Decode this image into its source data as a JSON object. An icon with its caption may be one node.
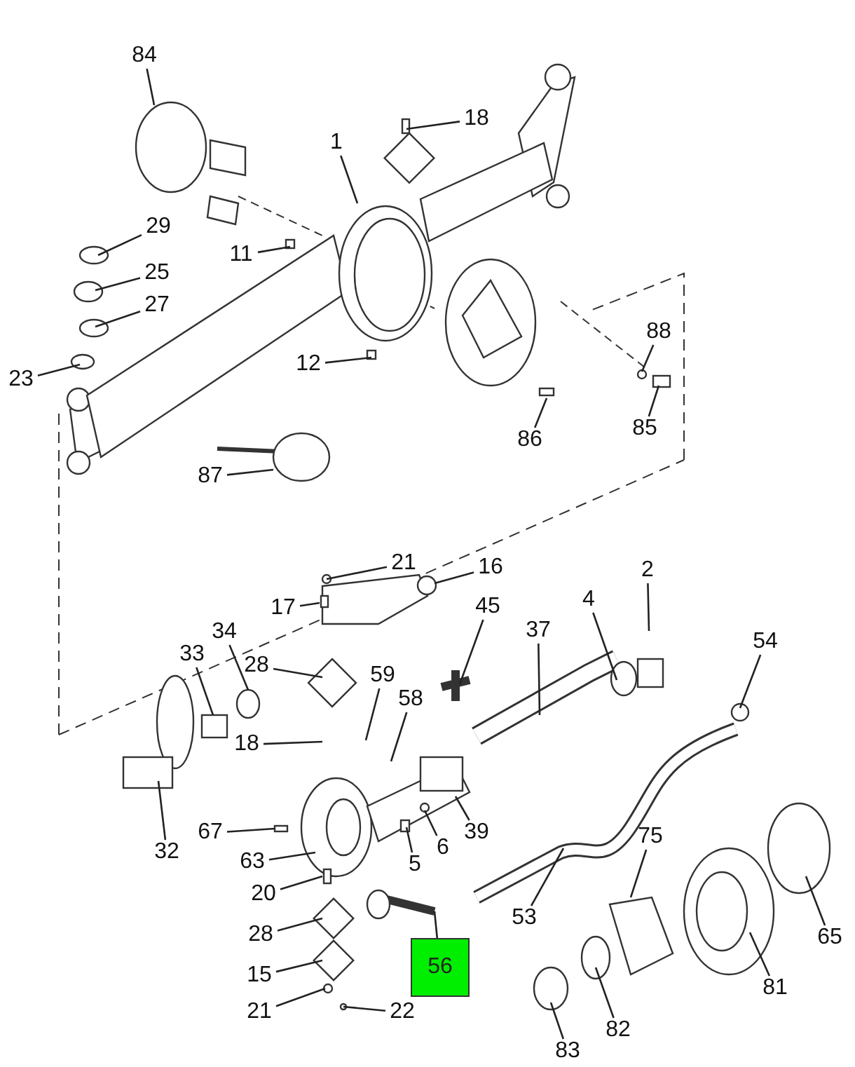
{
  "diagram": {
    "nodes": [
      {
        "text": [
          "84"
        ]
      },
      {
        "text": [
          "18"
        ]
      },
      {
        "text": [
          "1"
        ]
      },
      {
        "text": [
          "29"
        ]
      },
      {
        "text": [
          "11"
        ]
      },
      {
        "text": [
          "25"
        ]
      },
      {
        "text": [
          "27"
        ]
      },
      {
        "text": [
          "23"
        ]
      },
      {
        "text": [
          "12"
        ]
      },
      {
        "text": [
          "88"
        ]
      },
      {
        "text": [
          "86"
        ]
      },
      {
        "text": [
          "85"
        ]
      },
      {
        "text": [
          "87"
        ]
      },
      {
        "text": [
          "21"
        ]
      },
      {
        "text": [
          "16"
        ]
      },
      {
        "text": [
          "17"
        ]
      },
      {
        "text": [
          "45"
        ]
      },
      {
        "text": [
          "2"
        ]
      },
      {
        "text": [
          "4"
        ]
      },
      {
        "text": [
          "37"
        ]
      },
      {
        "text": [
          "34"
        ]
      },
      {
        "text": [
          "33"
        ]
      },
      {
        "text": [
          "28"
        ]
      },
      {
        "text": [
          "59"
        ]
      },
      {
        "text": [
          "58"
        ]
      },
      {
        "text": [
          "54"
        ]
      },
      {
        "text": [
          "18"
        ]
      },
      {
        "text": [
          "32"
        ]
      },
      {
        "text": [
          "67"
        ]
      },
      {
        "text": [
          "5"
        ]
      },
      {
        "text": [
          "6"
        ]
      },
      {
        "text": [
          "39"
        ]
      },
      {
        "text": [
          "63"
        ]
      },
      {
        "text": [
          "75"
        ]
      },
      {
        "text": [
          "53"
        ]
      },
      {
        "text": [
          "20"
        ]
      },
      {
        "text": [
          "65"
        ]
      },
      {
        "text": [
          "28"
        ]
      },
      {
        "text": [
          "56"
        ]
      },
      {
        "text": [
          "15"
        ]
      },
      {
        "text": [
          "81"
        ]
      },
      {
        "text": [
          "21"
        ]
      },
      {
        "text": [
          "22"
        ]
      },
      {
        "text": [
          "82"
        ]
      },
      {
        "text": [
          "83"
        ]
      },
      {
        "text": [],
        "shape": "circle"
      },
      {
        "text": [],
        "shape": "circle"
      },
      {
        "text": [],
        "shape": "box"
      },
      {
        "text": [],
        "shape": "box"
      }
    ],
    "edges": [
      {
        "from": 0,
        "to": null,
        "arrow": "none"
      },
      {
        "from": 1,
        "to": null,
        "arrow": "none"
      },
      {
        "from": 2,
        "to": null,
        "arrow": "none"
      },
      {
        "from": 3,
        "to": null,
        "arrow": "none"
      },
      {
        "from": 4,
        "to": null,
        "arrow": "none"
      },
      {
        "from": 5,
        "to": null,
        "arrow": "none"
      },
      {
        "from": 6,
        "to": null,
        "arrow": "none"
      },
      {
        "from": 7,
        "to": null,
        "arrow": "none"
      },
      {
        "from": 8,
        "to": null,
        "arrow": "none"
      },
      {
        "from": 9,
        "to": null,
        "arrow": "none"
      },
      {
        "from": 10,
        "to": null,
        "arrow": "none"
      },
      {
        "from": 11,
        "to": null,
        "arrow": "none"
      },
      {
        "from": 12,
        "to": null,
        "arrow": "none"
      },
      {
        "from": 13,
        "to": null,
        "arrow": "none"
      },
      {
        "from": 14,
        "to": 45,
        "arrow": "none"
      },
      {
        "from": 15,
        "to": null,
        "arrow": "none"
      },
      {
        "from": 16,
        "to": null,
        "arrow": "none"
      },
      {
        "from": 17,
        "to": null,
        "arrow": "none"
      },
      {
        "from": 18,
        "to": null,
        "arrow": "none"
      },
      {
        "from": 19,
        "to": null,
        "arrow": "none"
      },
      {
        "from": 20,
        "to": 46,
        "arrow": "none"
      },
      {
        "from": 21,
        "to": 47,
        "arrow": "none"
      },
      {
        "from": 22,
        "to": null,
        "arrow": "none"
      },
      {
        "from": 23,
        "to": null,
        "arrow": "none"
      },
      {
        "from": 24,
        "to": null,
        "arrow": "none"
      },
      {
        "from": 25,
        "to": null,
        "arrow": "none"
      },
      {
        "from": 26,
        "to": null,
        "arrow": "none"
      },
      {
        "from": 27,
        "to": null,
        "arrow": "none"
      },
      {
        "from": 28,
        "to": 48,
        "arrow": "none"
      },
      {
        "from": 29,
        "to": null,
        "arrow": "none"
      },
      {
        "from": 30,
        "to": null,
        "arrow": "none"
      },
      {
        "from": 31,
        "to": null,
        "arrow": "none"
      },
      {
        "from": 32,
        "to": null,
        "arrow": "none"
      },
      {
        "from": 33,
        "to": null,
        "arrow": "none"
      },
      {
        "from": 34,
        "to": null,
        "arrow": "none"
      },
      {
        "from": 35,
        "to": null,
        "arrow": "none"
      },
      {
        "from": 36,
        "to": null,
        "arrow": "none"
      },
      {
        "from": 37,
        "to": null,
        "arrow": "none"
      },
      {
        "from": 38,
        "to": null,
        "arrow": "none"
      },
      {
        "from": 39,
        "to": null,
        "arrow": "none"
      },
      {
        "from": 40,
        "to": null,
        "arrow": "none"
      },
      {
        "from": 41,
        "to": null,
        "arrow": "none"
      },
      {
        "from": 42,
        "to": null,
        "arrow": "none"
      },
      {
        "from": 43,
        "to": null,
        "arrow": "none"
      },
      {
        "from": 44,
        "to": null,
        "arrow": "none"
      }
    ]
  }
}
